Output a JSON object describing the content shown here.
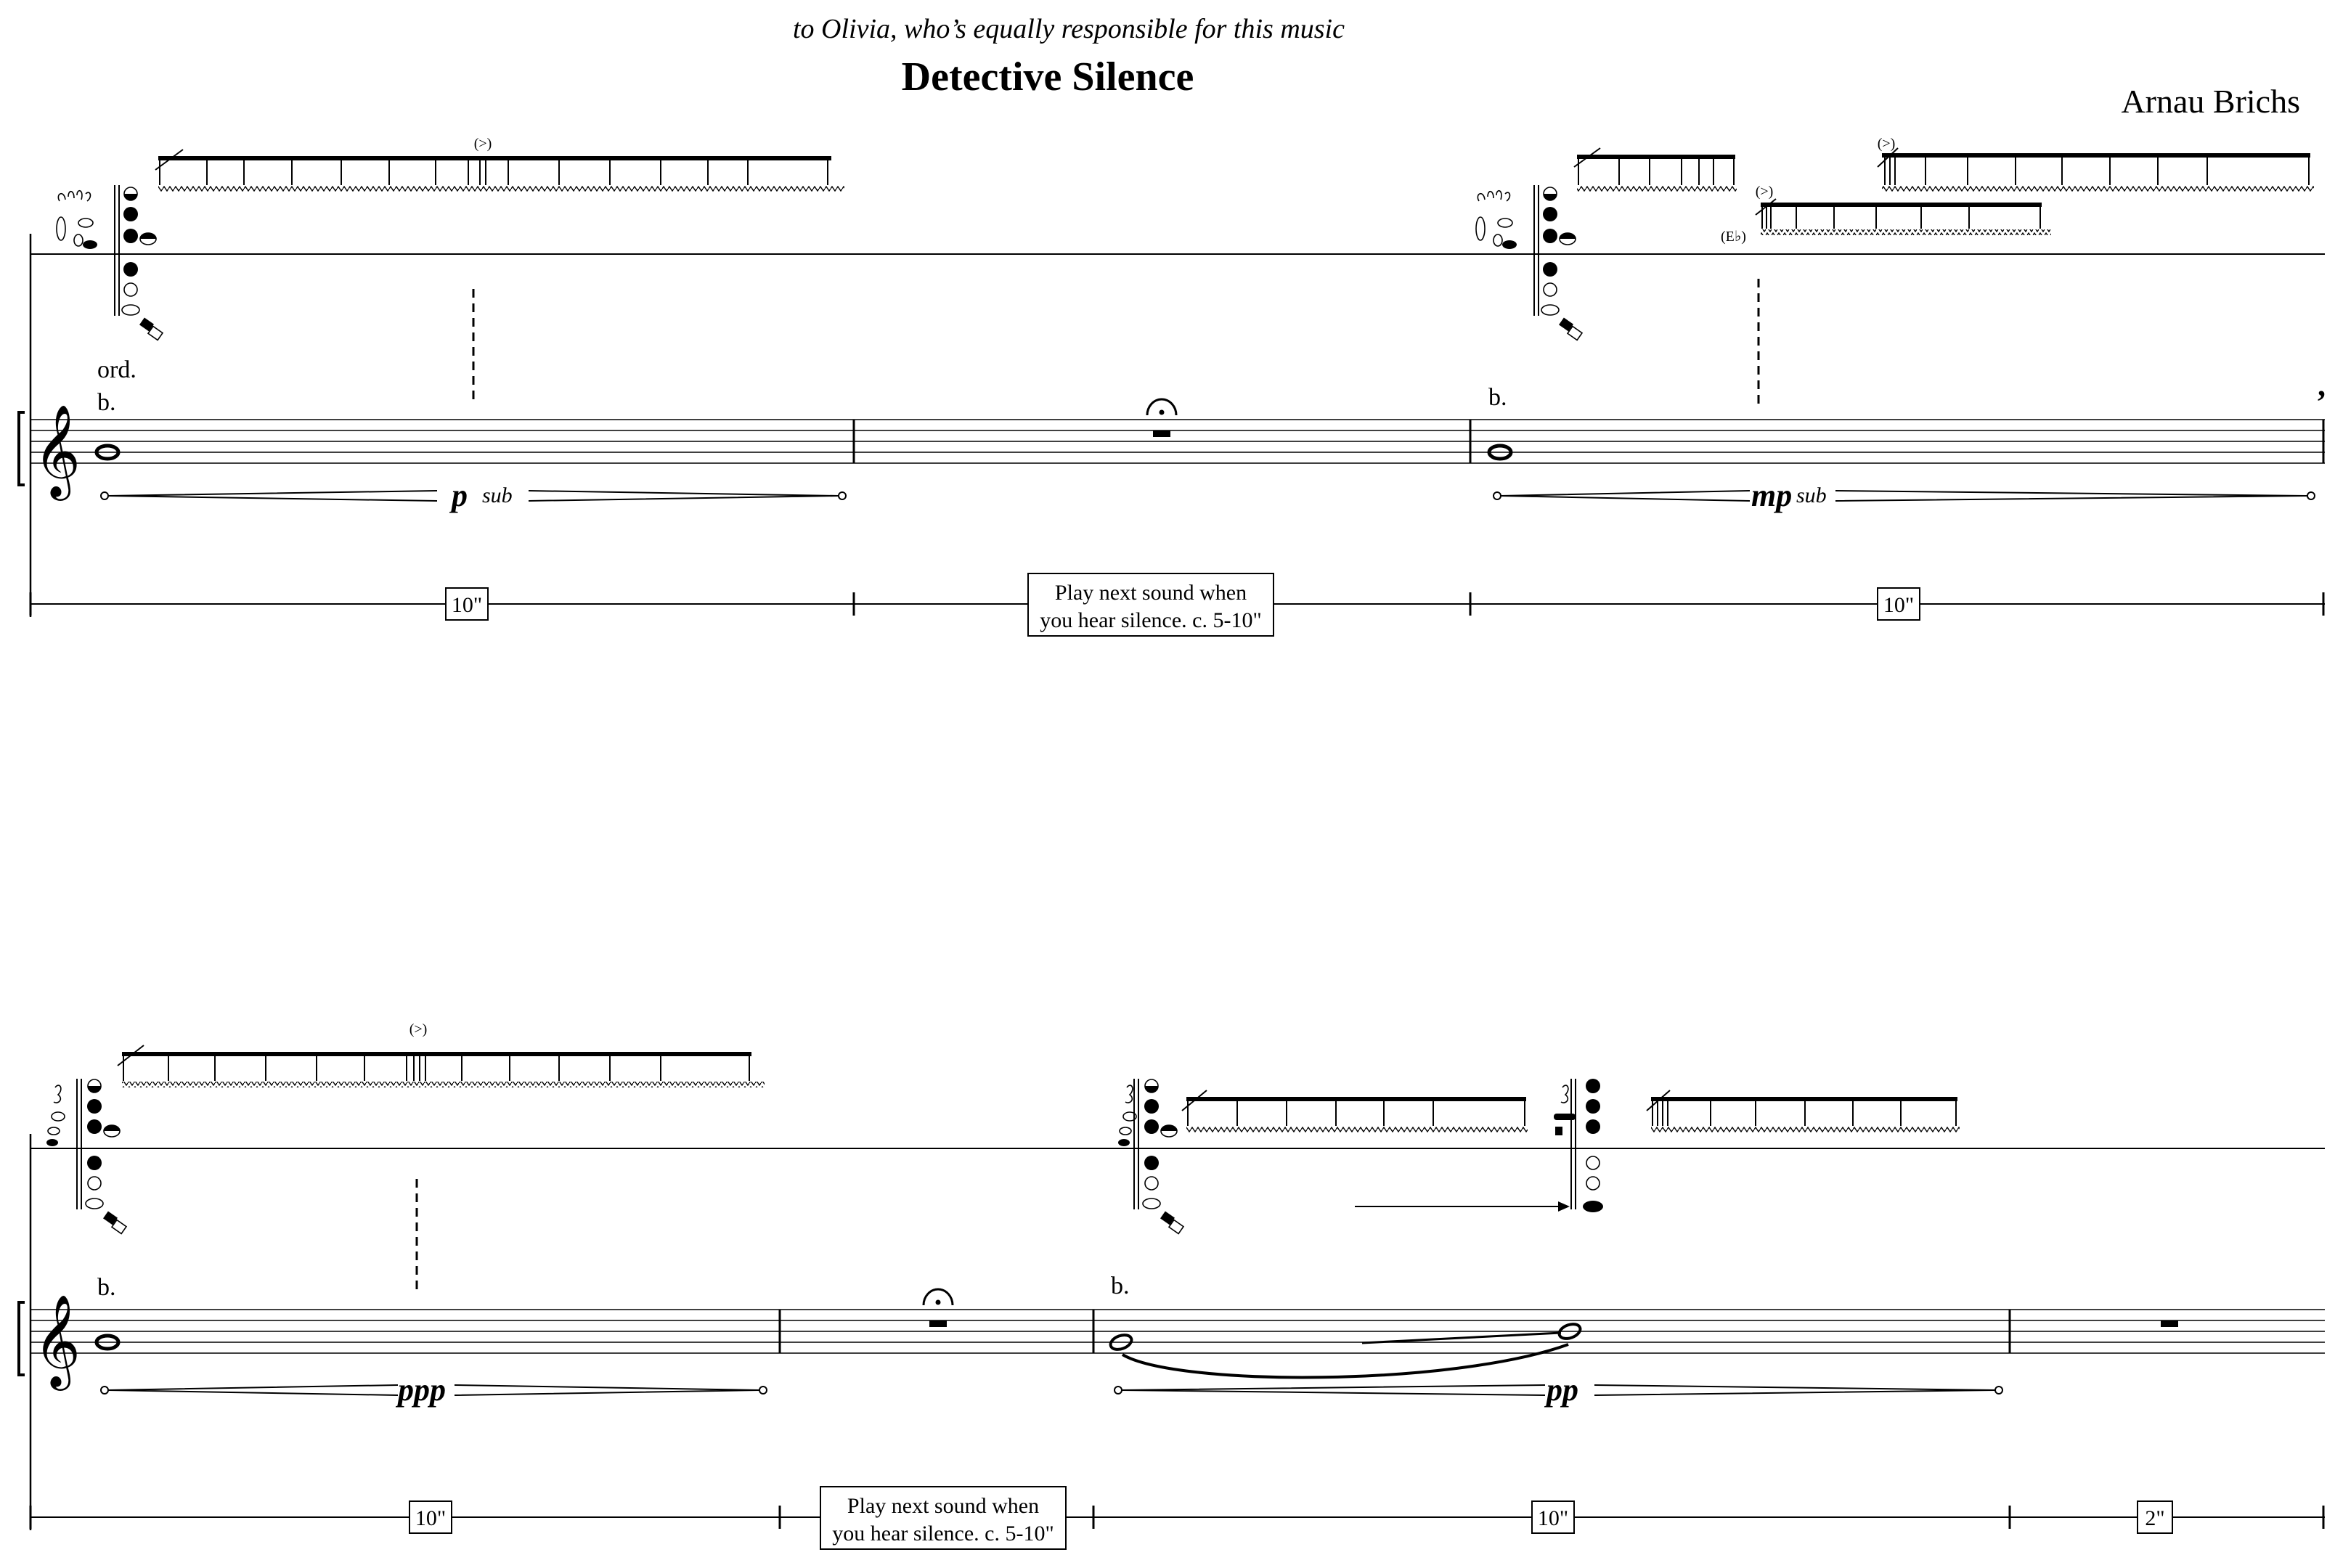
{
  "header": {
    "dedication": "to Olivia, who’s equally responsible for this music",
    "title": "Detective Silence",
    "composer": "Arnau Brichs"
  },
  "technique": {
    "ordinario": "ord.",
    "breath": "b."
  },
  "dynamics": {
    "p": "p",
    "mp": "mp",
    "ppp": "ppp",
    "pp": "pp",
    "sub": "sub"
  },
  "accent_mark": "(>)",
  "alt_fingering": "(E♭)",
  "timeline": {
    "ten_seconds": "10\"",
    "two_seconds": "2\"",
    "silence_cue_line1": "Play next sound when",
    "silence_cue_line2": "you hear silence. c. 5-10\""
  },
  "icons": {
    "fingering": "flute-fingering-diagram-icon",
    "treble_clef": "treble-clef-icon",
    "fermata": "fermata-icon",
    "breath_mark": "breath-mark-icon",
    "arrow": "arrow-right-icon"
  },
  "colors": {
    "ink": "#000000",
    "paper": "#ffffff"
  }
}
